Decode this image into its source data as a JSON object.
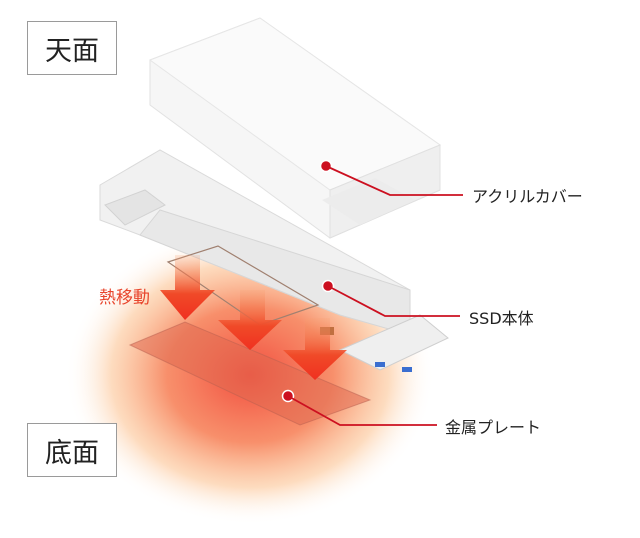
{
  "labels": {
    "top_face": "天面",
    "bottom_face": "底面",
    "heat_transfer": "熱移動",
    "acrylic_cover": "アクリルカバー",
    "ssd_body": "SSD本体",
    "metal_plate": "金属プレート"
  },
  "colors": {
    "leader_line": "#cc1020",
    "heat_arrow": "#f04a28",
    "heat_text": "#e8452c"
  }
}
